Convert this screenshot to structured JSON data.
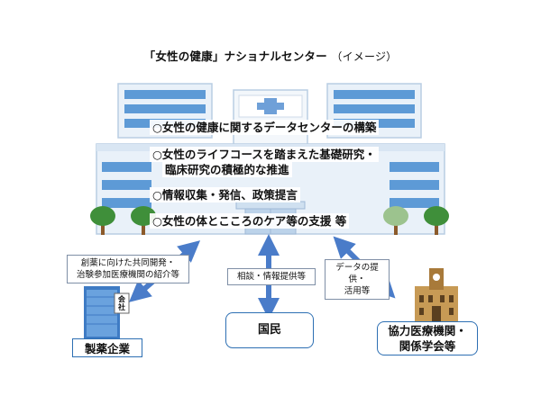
{
  "title": {
    "main": "「女性の健康」ナショナルセンター",
    "sub": "（イメージ）"
  },
  "center": {
    "bullets": [
      "○女性の健康に関するデータセンターの構築",
      "○女性のライフコースを踏まえた基礎研究・",
      "臨床研究の積極的な推進",
      "○情報収集・発信、政策提言",
      "○女性の体とこころのケア等の支援 等"
    ],
    "building_sign": "会社"
  },
  "links": {
    "pharma_label_1": "創薬に向けた共同開発・",
    "pharma_label_2": "治験参加医療機関の紹介等",
    "public_label": "相談・情報提供等",
    "partner_label_1": "データの提供・",
    "partner_label_2": "活用等"
  },
  "nodes": {
    "pharma": "製薬企業",
    "public": "国民",
    "partner_1": "協力医療機関・",
    "partner_2": "関係学会等"
  },
  "colors": {
    "arrow": "#4a7cc9",
    "node_border": "#2d6fb3",
    "hospital_roof": "#d9e6f3",
    "window": "#5d9ad6"
  }
}
